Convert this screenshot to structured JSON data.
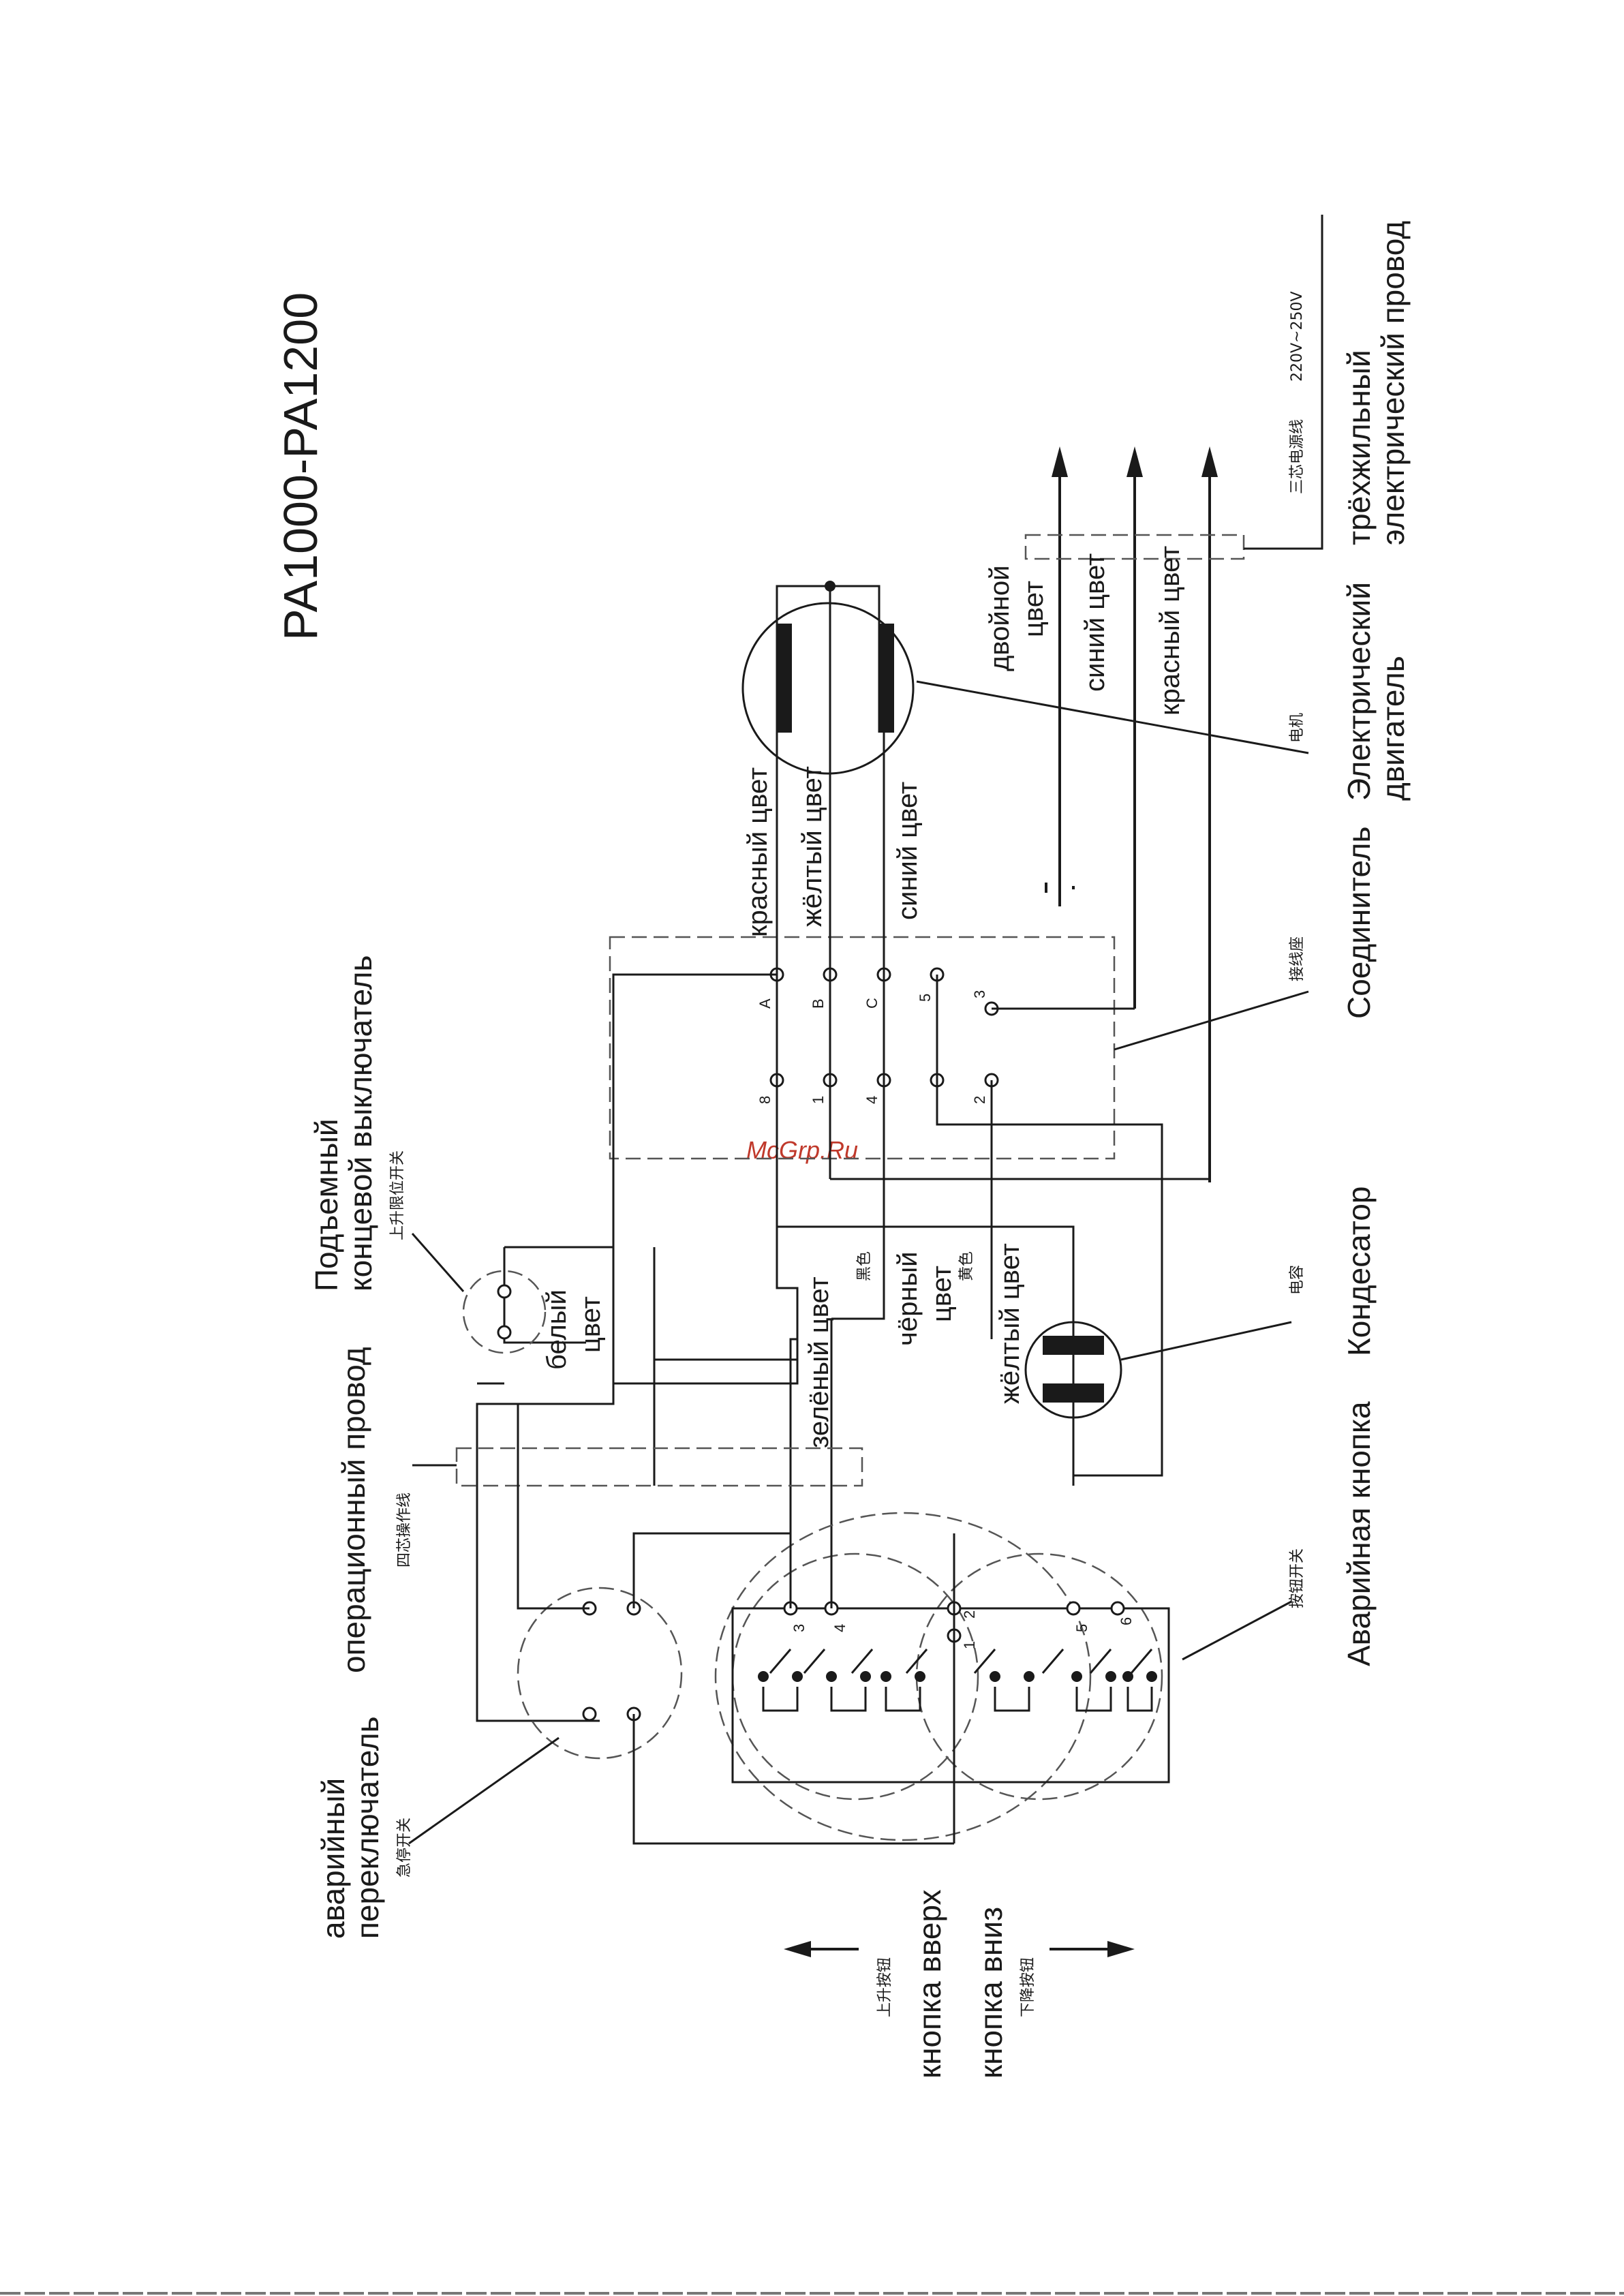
{
  "title": "PA1000-PA1200",
  "watermark": "McGrp.Ru",
  "power_cable": {
    "label_ru_line1": "трёхжильный",
    "label_ru_line2": "электрический провод",
    "label_cn": "三芯电源线",
    "voltage": "220V~250V"
  },
  "motor": {
    "label_ru_line1": "Электрический",
    "label_ru_line2": "двигатель",
    "label_cn": "电机"
  },
  "connector": {
    "label_ru": "Соединитель",
    "label_cn": "接线座",
    "terminals_top": [
      "A",
      "B",
      "C",
      "5",
      "3"
    ],
    "terminals_bottom": [
      "8",
      "1",
      "4",
      "2"
    ]
  },
  "capacitor": {
    "label_ru": "Кондесатор",
    "label_cn": "电容"
  },
  "emergency_button": {
    "label_ru": "Аварийная кнопка",
    "label_cn": "按钮开关"
  },
  "operation_wire": {
    "label_ru": "операционный провод",
    "label_cn": "四芯操作线"
  },
  "limit_switch": {
    "label_ru_line1": "Подъемный",
    "label_ru_line2": "концевой выключатель",
    "label_cn": "上升限位开关"
  },
  "emergency_switch": {
    "label_ru_line1": "аварийный",
    "label_ru_line2": "переключатель",
    "label_cn": "急停开关"
  },
  "up_button": {
    "label_ru": "кнопка вверх",
    "label_cn": "上升按钮"
  },
  "down_button": {
    "label_ru": "кнопка вниз",
    "label_cn": "下降按钮"
  },
  "wire_colors": {
    "double": "двойной",
    "double_2": "цвет",
    "blue": "синий цвет",
    "red": "красный цвет",
    "motor_red": "красный цвет",
    "motor_yellow": "жёлтый цвет",
    "motor_blue": "синий цвет",
    "white": "белый",
    "white_2": "цвет",
    "green": "зелёный цвет",
    "black": "чёрный",
    "black_2": "цвет",
    "black_cn": "黑色",
    "yellow": "жёлтый цвет",
    "yellow_cn": "黄色"
  },
  "switch_terminals": [
    "3",
    "4",
    "2",
    "1",
    "5",
    "6"
  ]
}
